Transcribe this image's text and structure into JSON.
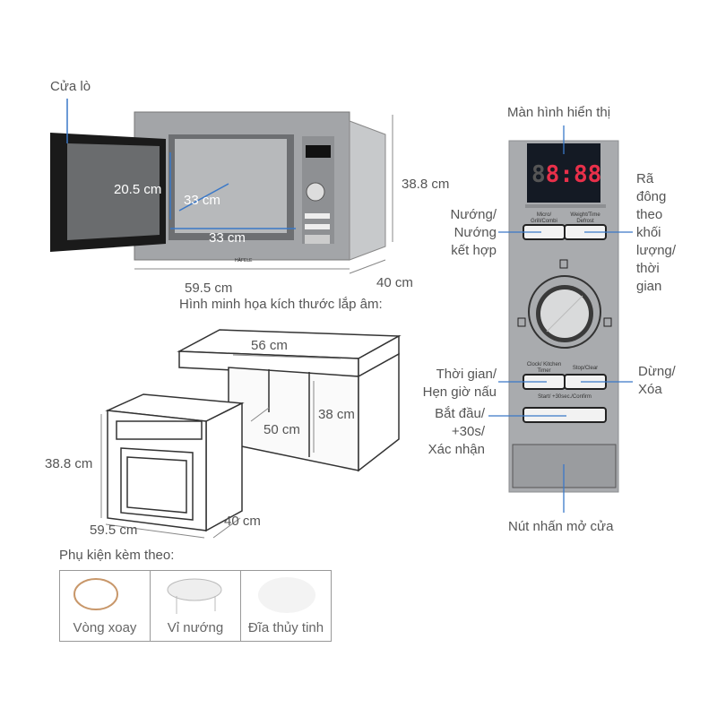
{
  "oven_diagram": {
    "door_label": "Cửa lò",
    "dims": {
      "height": "38.8 cm",
      "width": "59.5 cm",
      "depth": "40 cm",
      "inner_height": "20.5 cm",
      "inner_depth": "33 cm",
      "inner_width": "33 cm"
    },
    "brand": "HÄFELE"
  },
  "install": {
    "title": "Hình minh họa kích thước lắp âm:",
    "cabinet_width": "56 cm",
    "cabinet_height": "38 cm",
    "cabinet_depth": "50 cm",
    "oven_height": "38.8 cm",
    "oven_width": "59.5 cm",
    "oven_depth": "40 cm"
  },
  "panel": {
    "display_label": "Màn hình hiển thị",
    "display_value": "8:88",
    "display_digit": "8",
    "btn_micro": "Micro/ Grill/Combi",
    "btn_weight": "Weight/Time Defrost",
    "btn_clock": "Clock/ Kitchen Timer",
    "btn_stop": "Stop/Clear",
    "btn_start": "Start/ +30sec./Confirm",
    "label_defrost": "Rã\nđông\ntheo\nkhối\nlượng/\nthời\ngian",
    "label_grill": "Nướng/\nNướng\nkết hợp",
    "label_timer": "Thời gian/\nHẹn giờ nấu",
    "label_stop": "Dừng/\nXóa",
    "label_start": "Bắt đầu/\n+30s/\nXác nhận",
    "label_door": "Nút nhấn mở cửa"
  },
  "accessories": {
    "title": "Phụ kiện kèm theo:",
    "items": [
      {
        "label": "Vòng xoay"
      },
      {
        "label": "Vỉ nướng"
      },
      {
        "label": "Đĩa thủy tinh"
      }
    ]
  },
  "colors": {
    "accent": "#3a78c8",
    "display_red": "#e8304a",
    "panel": "#a9abae"
  }
}
